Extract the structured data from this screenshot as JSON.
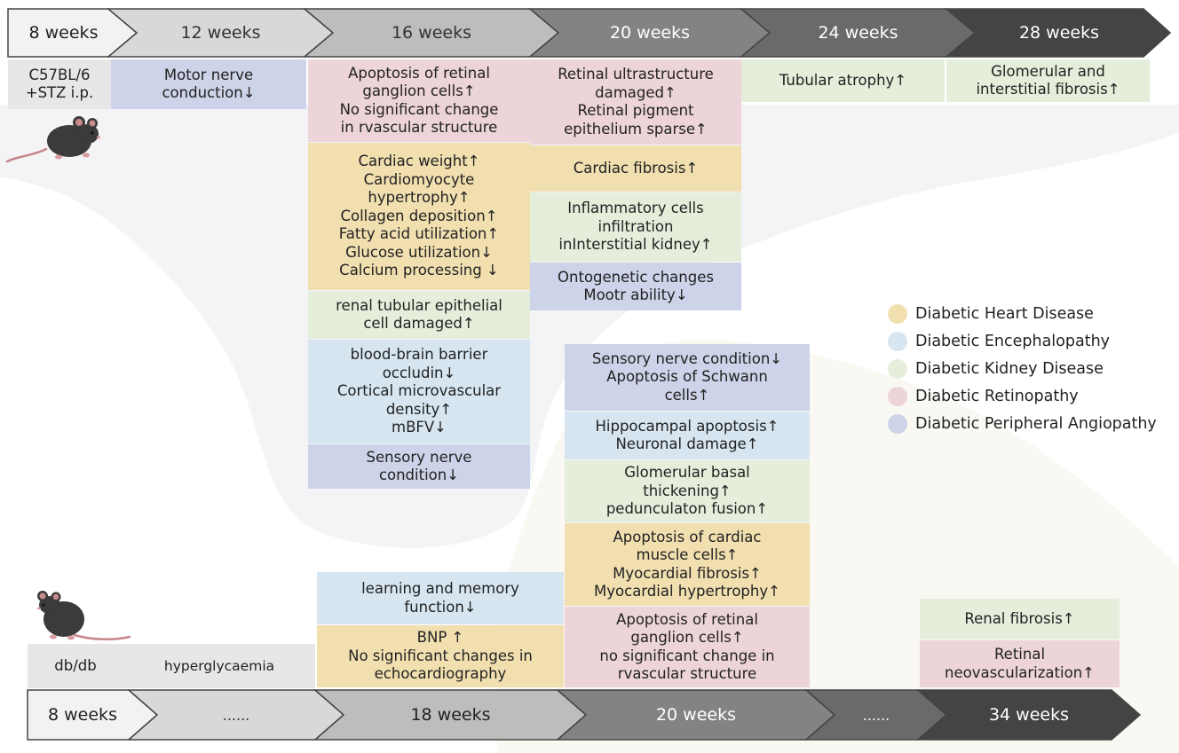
{
  "colors": {
    "heart": "#f1dfb0",
    "encephalopathy": "#d6e5f0",
    "kidney": "#e4eedb",
    "retinopathy": "#ecd4d8",
    "angiopathy": "#cdd3e8",
    "neutral": "#e7e7e7"
  },
  "top_timeline": {
    "stages": [
      "8 weeks",
      "12 weeks",
      "16 weeks",
      "20 weeks",
      "24 weeks",
      "28 weeks"
    ]
  },
  "bottom_timeline": {
    "stages": [
      "8 weeks",
      "......",
      "18 weeks",
      "20 weeks",
      "......",
      "34 weeks"
    ]
  },
  "top_model": {
    "model": [
      "C57BL/6",
      "+STZ i.p."
    ],
    "w12": {
      "motor": [
        "Motor nerve",
        "conduction↓"
      ]
    },
    "w16": {
      "retinopathy": [
        "Apoptosis of retinal",
        "ganglion cells↑",
        "No significant change",
        "in rvascular structure"
      ],
      "heart": [
        "Cardiac weight↑",
        "Cardiomyocyte",
        "hypertrophy↑",
        "Collagen deposition↑",
        "Fatty acid utilization↑",
        "Glucose utilization↓",
        "Calcium processing ↓"
      ],
      "kidney": [
        "renal tubular epithelial",
        "cell damaged↑"
      ],
      "encephalopathy": [
        "blood-brain barrier",
        "occludin↓",
        "Cortical microvascular",
        "density↑",
        "mBFV↓"
      ],
      "angiopathy": [
        "Sensory nerve",
        "condition↓"
      ]
    },
    "w20": {
      "retinopathy": [
        "Retinal ultrastructure",
        "damaged↑",
        "Retinal pigment",
        "epithelium sparse↑"
      ],
      "heart": [
        "Cardiac fibrosis↑"
      ],
      "kidney": [
        "Inflammatory cells",
        "infiltration",
        "inInterstitial kidney↑"
      ],
      "angiopathy": [
        "Ontogenetic changes",
        "Mootr ability↓"
      ]
    },
    "w24": {
      "kidney": [
        "Tubular atrophy↑"
      ]
    },
    "w28": {
      "kidney": [
        "Glomerular and",
        "interstitial fibrosis↑"
      ]
    }
  },
  "bottom_model": {
    "model": [
      "db/db"
    ],
    "phase": [
      "hyperglycaemia"
    ],
    "w18": {
      "encephalopathy": [
        "learning and memory",
        "function↓"
      ],
      "heart": [
        "BNP ↑",
        "No significant changes in",
        "echocardiography"
      ]
    },
    "w20": {
      "angiopathy": [
        "Sensory nerve condition↓",
        "Apoptosis of Schwann",
        "cells↑"
      ],
      "encephalopathy": [
        "Hippocampal apoptosis↑",
        "Neuronal damage↑"
      ],
      "kidney": [
        "Glomerular basal",
        "thickening↑",
        "pedunculaton fusion↑"
      ],
      "heart": [
        "Apoptosis of cardiac",
        "muscle cells↑",
        "Myocardial fibrosis↑",
        "Myocardial hypertrophy↑"
      ],
      "retinopathy": [
        "Apoptosis of retinal",
        "ganglion cells↑",
        "no significant change in",
        "rvascular structure"
      ]
    },
    "w34": {
      "kidney": [
        "Renal fibrosis↑"
      ],
      "retinopathy": [
        "Retinal",
        "neovascularization↑"
      ]
    }
  },
  "legend": [
    {
      "label": "Diabetic Heart Disease",
      "color": "#f1dfb0"
    },
    {
      "label": "Diabetic Encephalopathy",
      "color": "#d6e5f0"
    },
    {
      "label": "Diabetic Kidney Disease",
      "color": "#e4eedb"
    },
    {
      "label": "Diabetic Retinopathy",
      "color": "#ecd4d8"
    },
    {
      "label": "Diabetic Peripheral Angiopathy",
      "color": "#cdd3e8"
    }
  ]
}
